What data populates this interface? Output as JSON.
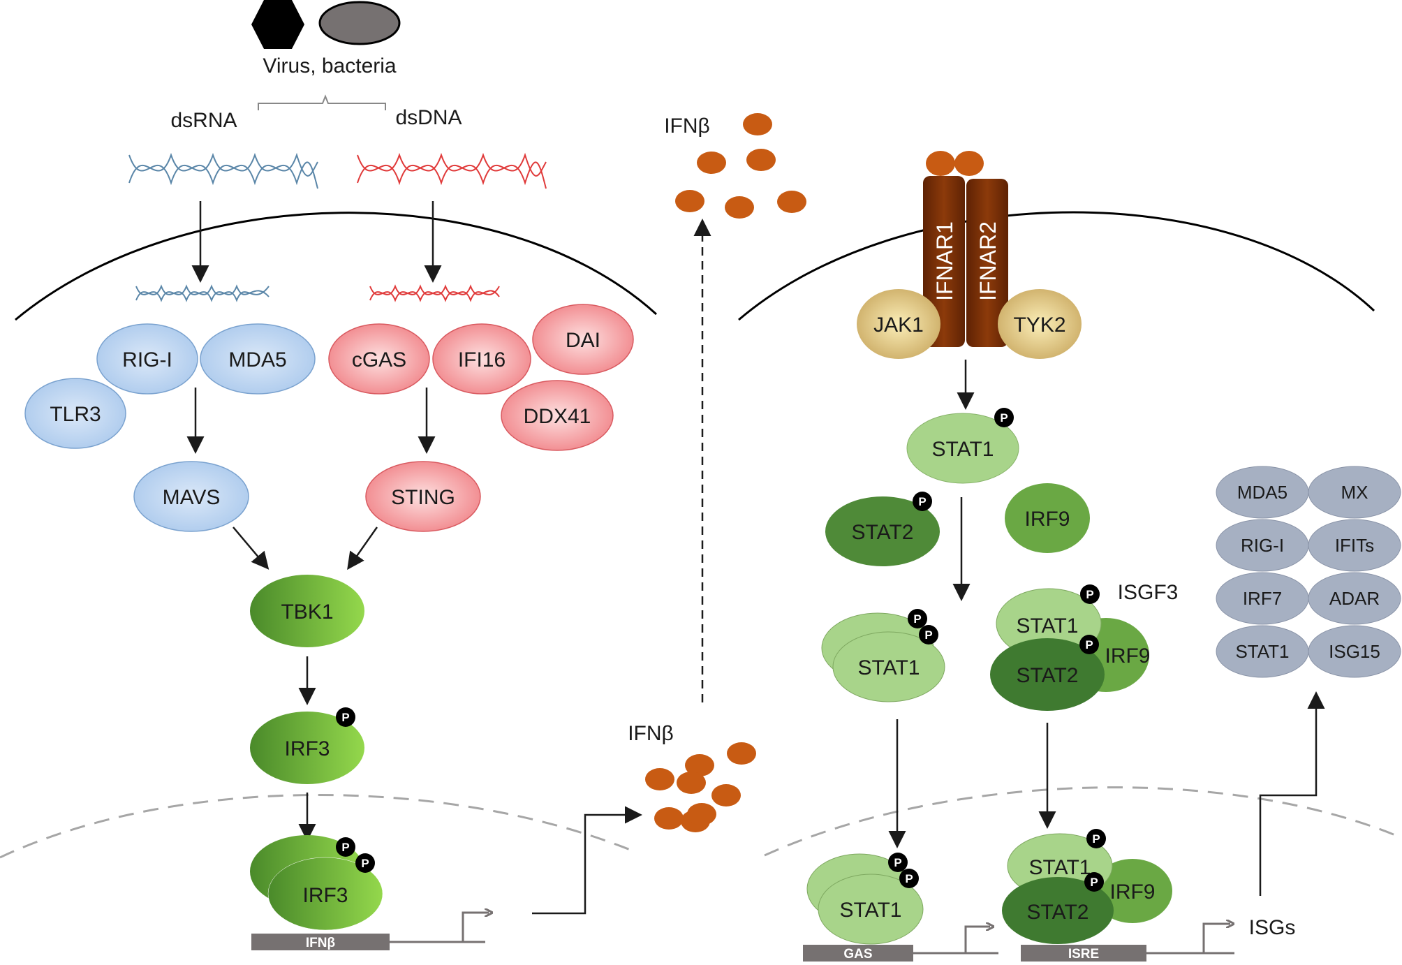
{
  "top": {
    "pathogens_label": "Virus, bacteria",
    "dsrna_label": "dsRNA",
    "dsdna_label": "dsDNA"
  },
  "left_pathway": {
    "rna_sensors": {
      "rig_i": "RIG-I",
      "mda5": "MDA5",
      "tlr3": "TLR3"
    },
    "dna_sensors": {
      "cgas": "cGAS",
      "ifi16": "IFI16",
      "dai": "DAI",
      "ddx41": "DDX41"
    },
    "mavs": "MAVS",
    "sting": "STING",
    "tbk1": "TBK1",
    "irf3": "IRF3",
    "irf3_nucleus": "IRF3",
    "ifnb_promoter": "IFNβ"
  },
  "secreted": {
    "ifnb_nucleus_label": "IFNβ",
    "ifnb_extracellular_label": "IFNβ"
  },
  "right_pathway": {
    "ifnar1": "IFNAR1",
    "ifnar2": "IFNAR2",
    "jak1": "JAK1",
    "tyk2": "TYK2",
    "stat1_phos": "STAT1",
    "stat2": "STAT2",
    "irf9": "IRF9",
    "stat1_dimer": "STAT1",
    "isgf3_label": "ISGF3",
    "isgf3_stat1": "STAT1",
    "isgf3_stat2": "STAT2",
    "isgf3_irf9": "IRF9",
    "nuc_stat1_dimer": "STAT1",
    "nuc_isgf3_stat1": "STAT1",
    "nuc_isgf3_stat2": "STAT2",
    "nuc_isgf3_irf9": "IRF9",
    "gas_label": "GAS",
    "isre_label": "ISRE",
    "isgs_label": "ISGs"
  },
  "isg_products": [
    "MDA5",
    "MX",
    "RIG-I",
    "IFITs",
    "IRF7",
    "ADAR",
    "STAT1",
    "ISG15"
  ],
  "phospho_label": "P",
  "colors": {
    "blue_sensor": "#a9c8ec",
    "red_sensor": "#f2a0a3",
    "green_dark": "#4e8a2e",
    "green_light": "#8fd04a",
    "green_pale": "#a8d48a",
    "green_mid": "#6aa844",
    "green_deep": "#3f7a30",
    "ifn_orange": "#c85b13",
    "receptor_brown": "#7a3108",
    "jak_tan": "#d6bb70",
    "isg_grey": "#a6b0c2",
    "promoter_grey": "#767171"
  }
}
